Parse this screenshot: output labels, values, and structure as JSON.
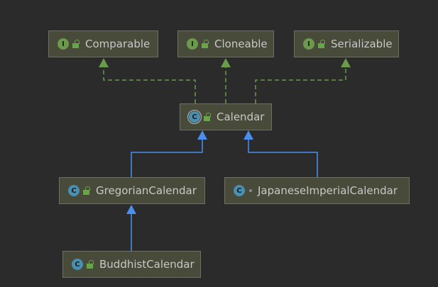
{
  "nodes": {
    "comparable": {
      "label": "Comparable",
      "kind": "interface",
      "badge": "I"
    },
    "cloneable": {
      "label": "Cloneable",
      "kind": "interface",
      "badge": "I"
    },
    "serializable": {
      "label": "Serializable",
      "kind": "interface",
      "badge": "I"
    },
    "calendar": {
      "label": "Calendar",
      "kind": "abstract class",
      "badge": "C"
    },
    "gregorian": {
      "label": "GregorianCalendar",
      "kind": "class",
      "badge": "C"
    },
    "japanese": {
      "label": "JapaneseImperialCalendar",
      "kind": "class",
      "badge": "C"
    },
    "buddhist": {
      "label": "BuddhistCalendar",
      "kind": "class",
      "badge": "C"
    }
  },
  "edges": [
    {
      "from": "calendar",
      "to": "comparable",
      "type": "implements"
    },
    {
      "from": "calendar",
      "to": "cloneable",
      "type": "implements"
    },
    {
      "from": "calendar",
      "to": "serializable",
      "type": "implements"
    },
    {
      "from": "gregorian",
      "to": "calendar",
      "type": "extends"
    },
    {
      "from": "japanese",
      "to": "calendar",
      "type": "extends"
    },
    {
      "from": "buddhist",
      "to": "gregorian",
      "type": "extends"
    }
  ],
  "colors": {
    "background": "#2b2b2b",
    "node_fill": "#484a3a",
    "node_border": "#6f6f66",
    "implements_edge": "#6a9a4a",
    "extends_edge": "#4a8ff0",
    "interface_badge": "#6a9a4a",
    "class_badge": "#4a8fb0",
    "lock_icon": "#69a34a",
    "text": "#c8c8c8"
  }
}
